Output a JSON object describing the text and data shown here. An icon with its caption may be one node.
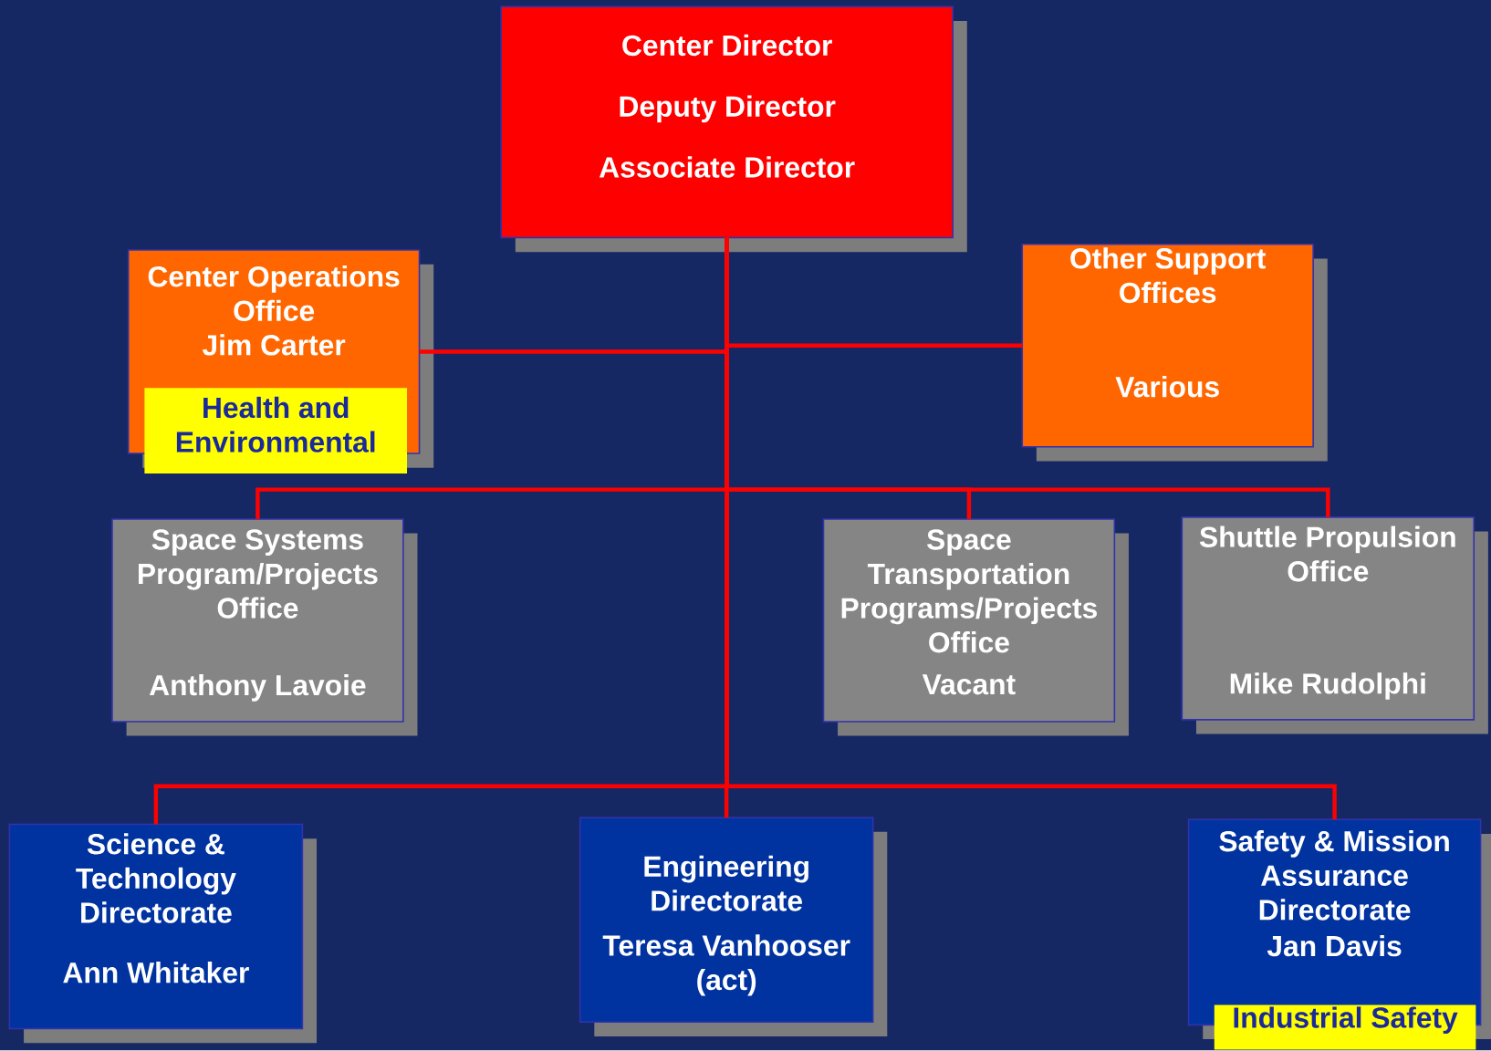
{
  "diagram": {
    "nodes": [
      {
        "text": [
          "Center Director",
          "Deputy Director",
          "Associate Director"
        ]
      },
      {
        "text": [
          "Center Operations Office",
          "Jim Carter"
        ]
      },
      {
        "text": [
          "Health and Environmental"
        ]
      },
      {
        "text": [
          "Other Support Offices",
          "Various"
        ]
      },
      {
        "text": [
          "Space Systems Program/Projects Office",
          "Anthony Lavoie"
        ]
      },
      {
        "text": [
          "Space Transportation Programs/Projects Office",
          "Vacant"
        ]
      },
      {
        "text": [
          "Shuttle Propulsion Office",
          "Mike Rudolphi"
        ]
      },
      {
        "text": [
          "Science & Technology Directorate",
          "Ann Whitaker"
        ]
      },
      {
        "text": [
          "Engineering Directorate",
          "Teresa Vanhooser (act)"
        ]
      },
      {
        "text": [
          "Safety & Mission Assurance Directorate",
          "Jan Davis"
        ]
      },
      {
        "text": [
          "Industrial Safety"
        ]
      }
    ],
    "edges": [
      {
        "from": 0,
        "to": 1,
        "arrow": "none"
      },
      {
        "from": 0,
        "to": 3,
        "arrow": "none"
      },
      {
        "from": 0,
        "to": 4,
        "arrow": "none"
      },
      {
        "from": 0,
        "to": 5,
        "arrow": "none"
      },
      {
        "from": 0,
        "to": 6,
        "arrow": "none"
      },
      {
        "from": 0,
        "to": 7,
        "arrow": "none"
      },
      {
        "from": 0,
        "to": 8,
        "arrow": "none"
      },
      {
        "from": 0,
        "to": 9,
        "arrow": "none"
      }
    ]
  }
}
